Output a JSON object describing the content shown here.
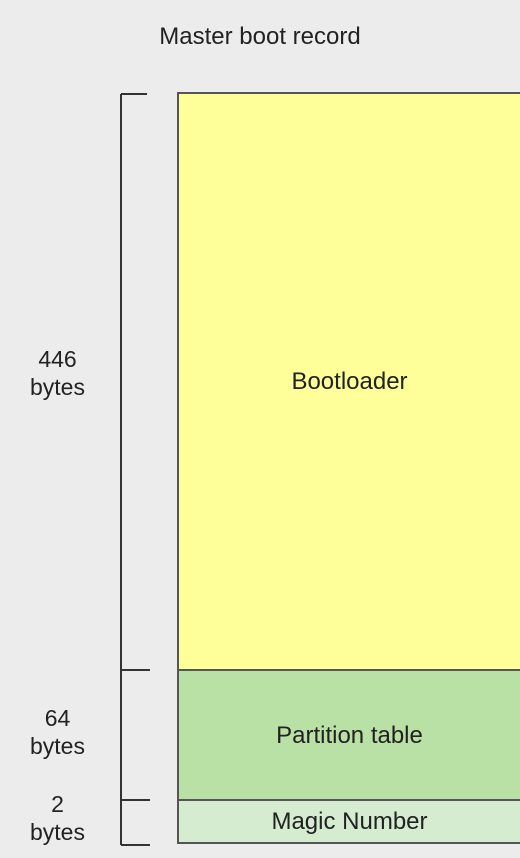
{
  "title": "Master boot record",
  "segments": [
    {
      "label": "Bootloader",
      "color": "#ffff99"
    },
    {
      "label": "Partition table",
      "color": "#b9e0a5"
    },
    {
      "label": "Magic Number",
      "color": "#d5ecd0"
    }
  ],
  "sizes": [
    {
      "value": "446",
      "unit": "bytes"
    },
    {
      "value": "64",
      "unit": "bytes"
    },
    {
      "value": "2",
      "unit": "bytes"
    }
  ]
}
